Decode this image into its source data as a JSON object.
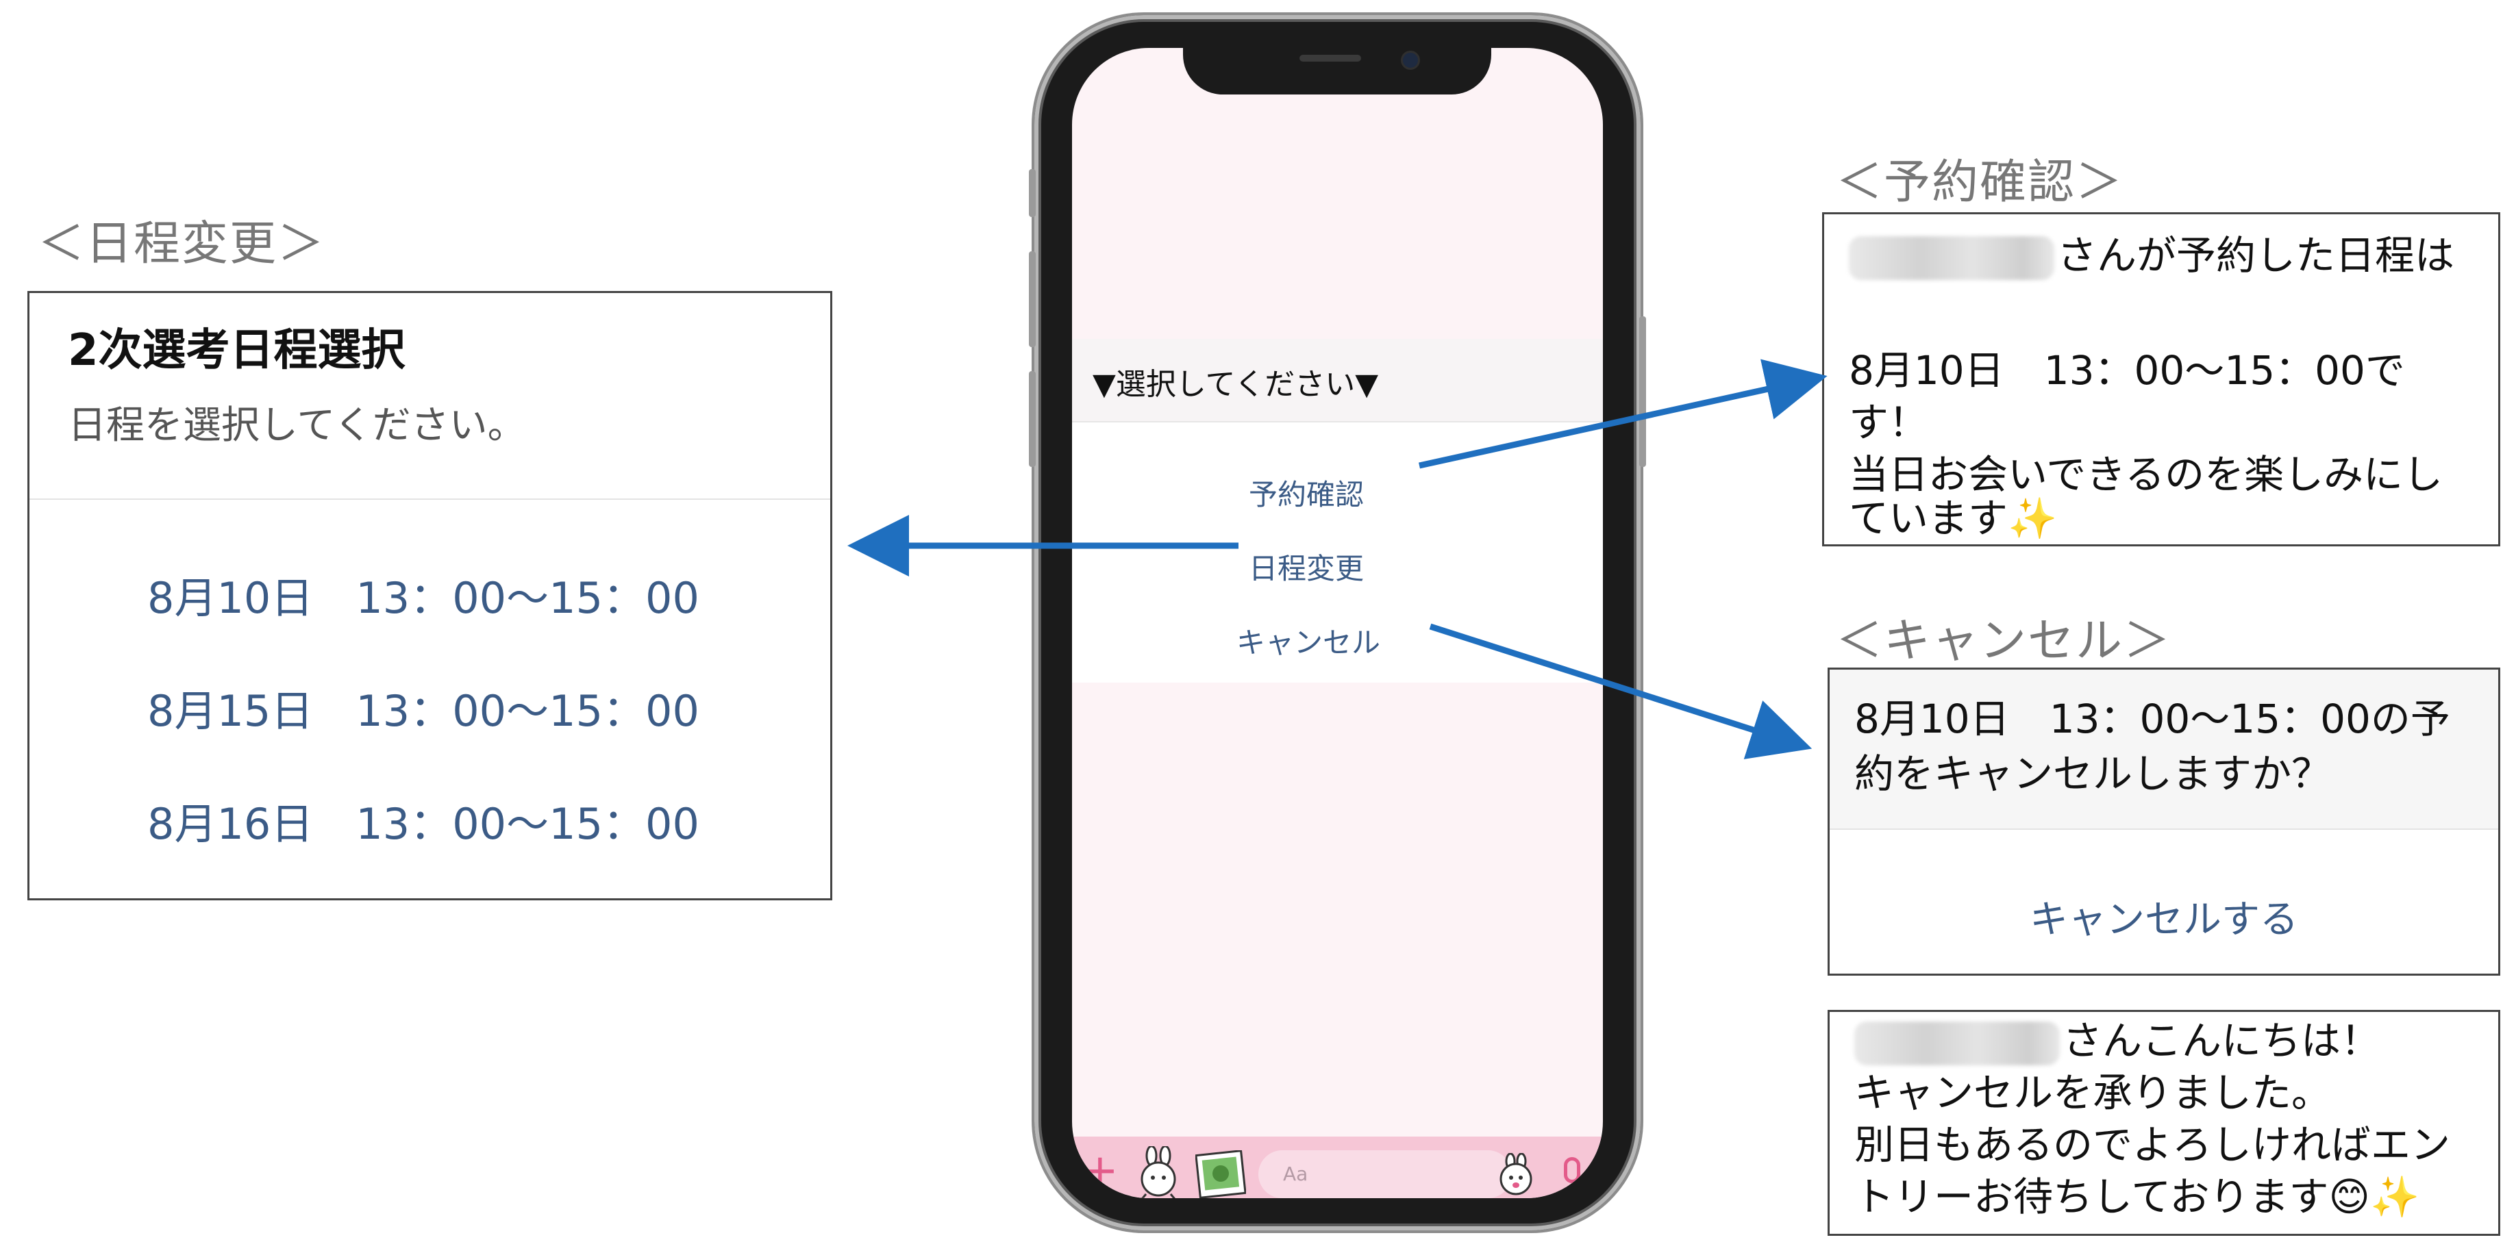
{
  "sections": {
    "reschedule_label": "＜日程変更＞",
    "confirm_label": "＜予約確認＞",
    "cancel_label": "＜キャンセル＞"
  },
  "reschedule_panel": {
    "title": "2次選考日程選択",
    "subtitle": "日程を選択してください。",
    "dates": [
      "8月10日　13：00～15：00",
      "8月15日　13：00～15：00",
      "8月16日　13：00～15：00"
    ]
  },
  "phone": {
    "menu_header": "▼選択してください▼",
    "menu_items": [
      "予約確認",
      "日程変更",
      "キャンセル"
    ],
    "input_placeholder": "Aa",
    "theme_color": "#f6c6d6",
    "accent_color": "#e35b8a"
  },
  "confirm_message": {
    "line1": "さんが予約した日程は",
    "line2": "8月10日　13：00～15：00で",
    "line3": "す！",
    "line4": "当日お会いできるのを楽しみにし",
    "line5": "ています✨"
  },
  "cancel_confirm": {
    "line1": "8月10日　13：00～15：00の予",
    "line2": "約をキャンセルしますか？",
    "button_label": "キャンセルする"
  },
  "cancel_done": {
    "line1": "さんこんにちは！",
    "line2": "キャンセルを承りました。",
    "line3": "別日もあるのでよろしければエン",
    "line4": "トリーお待ちしております😊✨"
  },
  "colors": {
    "link_blue": "#3b5b86",
    "arrow_blue": "#1f6fbf"
  }
}
